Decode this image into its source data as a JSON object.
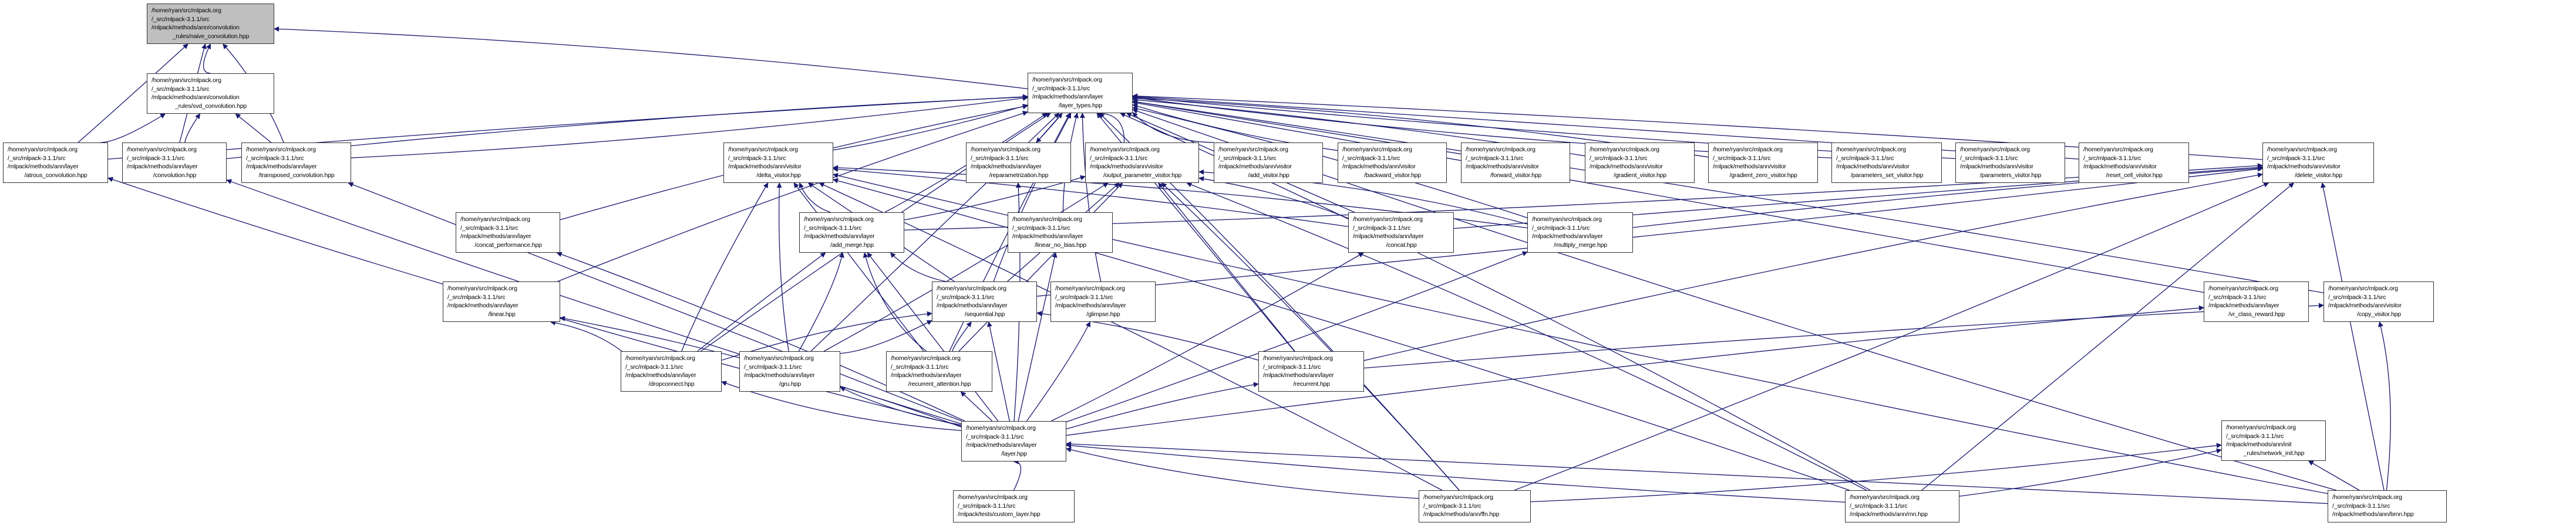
{
  "graph": {
    "title": "Include dependency graph for naive_convolution.hpp",
    "edge_color": "#191970",
    "focus_fill": "#bfbfbf",
    "nodes": [
      {
        "id": "naive_convolution",
        "focus": true,
        "lines": [
          "/home/ryan/src/mlpack.org",
          "/_src/mlpack-3.1.1/src",
          "/mlpack/methods/ann/convolution",
          "_rules/naive_convolution.hpp"
        ]
      },
      {
        "id": "svd_convolution",
        "lines": [
          "/home/ryan/src/mlpack.org",
          "/_src/mlpack-3.1.1/src",
          "/mlpack/methods/ann/convolution",
          "_rules/svd_convolution.hpp"
        ]
      },
      {
        "id": "atrous_convolution",
        "lines": [
          "/home/ryan/src/mlpack.org",
          "/_src/mlpack-3.1.1/src",
          "/mlpack/methods/ann/layer",
          "/atrous_convolution.hpp"
        ]
      },
      {
        "id": "convolution",
        "lines": [
          "/home/ryan/src/mlpack.org",
          "/_src/mlpack-3.1.1/src",
          "/mlpack/methods/ann/layer",
          "/convolution.hpp"
        ]
      },
      {
        "id": "transposed_convolution",
        "lines": [
          "/home/ryan/src/mlpack.org",
          "/_src/mlpack-3.1.1/src",
          "/mlpack/methods/ann/layer",
          "/transposed_convolution.hpp"
        ]
      },
      {
        "id": "layer_types",
        "lines": [
          "/home/ryan/src/mlpack.org",
          "/_src/mlpack-3.1.1/src",
          "/mlpack/methods/ann/layer",
          "/layer_types.hpp"
        ]
      },
      {
        "id": "delta_visitor",
        "lines": [
          "/home/ryan/src/mlpack.org",
          "/_src/mlpack-3.1.1/src",
          "/mlpack/methods/ann/visitor",
          "/delta_visitor.hpp"
        ]
      },
      {
        "id": "reparametrization",
        "lines": [
          "/home/ryan/src/mlpack.org",
          "/_src/mlpack-3.1.1/src",
          "/mlpack/methods/ann/layer",
          "/reparametrization.hpp"
        ]
      },
      {
        "id": "output_parameter_visitor",
        "lines": [
          "/home/ryan/src/mlpack.org",
          "/_src/mlpack-3.1.1/src",
          "/mlpack/methods/ann/visitor",
          "/output_parameter_visitor.hpp"
        ]
      },
      {
        "id": "add_visitor",
        "lines": [
          "/home/ryan/src/mlpack.org",
          "/_src/mlpack-3.1.1/src",
          "/mlpack/methods/ann/visitor",
          "/add_visitor.hpp"
        ]
      },
      {
        "id": "backward_visitor",
        "lines": [
          "/home/ryan/src/mlpack.org",
          "/_src/mlpack-3.1.1/src",
          "/mlpack/methods/ann/visitor",
          "/backward_visitor.hpp"
        ]
      },
      {
        "id": "forward_visitor",
        "lines": [
          "/home/ryan/src/mlpack.org",
          "/_src/mlpack-3.1.1/src",
          "/mlpack/methods/ann/visitor",
          "/forward_visitor.hpp"
        ]
      },
      {
        "id": "gradient_visitor",
        "lines": [
          "/home/ryan/src/mlpack.org",
          "/_src/mlpack-3.1.1/src",
          "/mlpack/methods/ann/visitor",
          "/gradient_visitor.hpp"
        ]
      },
      {
        "id": "gradient_zero_visitor",
        "lines": [
          "/home/ryan/src/mlpack.org",
          "/_src/mlpack-3.1.1/src",
          "/mlpack/methods/ann/visitor",
          "/gradient_zero_visitor.hpp"
        ]
      },
      {
        "id": "parameters_set_visitor",
        "lines": [
          "/home/ryan/src/mlpack.org",
          "/_src/mlpack-3.1.1/src",
          "/mlpack/methods/ann/visitor",
          "/parameters_set_visitor.hpp"
        ]
      },
      {
        "id": "parameters_visitor",
        "lines": [
          "/home/ryan/src/mlpack.org",
          "/_src/mlpack-3.1.1/src",
          "/mlpack/methods/ann/visitor",
          "/parameters_visitor.hpp"
        ]
      },
      {
        "id": "reset_cell_visitor",
        "lines": [
          "/home/ryan/src/mlpack.org",
          "/_src/mlpack-3.1.1/src",
          "/mlpack/methods/ann/visitor",
          "/reset_cell_visitor.hpp"
        ]
      },
      {
        "id": "delete_visitor",
        "lines": [
          "/home/ryan/src/mlpack.org",
          "/_src/mlpack-3.1.1/src",
          "/mlpack/methods/ann/visitor",
          "/delete_visitor.hpp"
        ]
      },
      {
        "id": "concat_performance",
        "lines": [
          "/home/ryan/src/mlpack.org",
          "/_src/mlpack-3.1.1/src",
          "/mlpack/methods/ann/layer",
          "/concat_performance.hpp"
        ]
      },
      {
        "id": "add_merge",
        "lines": [
          "/home/ryan/src/mlpack.org",
          "/_src/mlpack-3.1.1/src",
          "/mlpack/methods/ann/layer",
          "/add_merge.hpp"
        ]
      },
      {
        "id": "linear_no_bias",
        "lines": [
          "/home/ryan/src/mlpack.org",
          "/_src/mlpack-3.1.1/src",
          "/mlpack/methods/ann/layer",
          "/linear_no_bias.hpp"
        ]
      },
      {
        "id": "concat",
        "lines": [
          "/home/ryan/src/mlpack.org",
          "/_src/mlpack-3.1.1/src",
          "/mlpack/methods/ann/layer",
          "/concat.hpp"
        ]
      },
      {
        "id": "multiply_merge",
        "lines": [
          "/home/ryan/src/mlpack.org",
          "/_src/mlpack-3.1.1/src",
          "/mlpack/methods/ann/layer",
          "/multiply_merge.hpp"
        ]
      },
      {
        "id": "linear",
        "lines": [
          "/home/ryan/src/mlpack.org",
          "/_src/mlpack-3.1.1/src",
          "/mlpack/methods/ann/layer",
          "/linear.hpp"
        ]
      },
      {
        "id": "sequential",
        "lines": [
          "/home/ryan/src/mlpack.org",
          "/_src/mlpack-3.1.1/src",
          "/mlpack/methods/ann/layer",
          "/sequential.hpp"
        ]
      },
      {
        "id": "glimpse",
        "lines": [
          "/home/ryan/src/mlpack.org",
          "/_src/mlpack-3.1.1/src",
          "/mlpack/methods/ann/layer",
          "/glimpse.hpp"
        ]
      },
      {
        "id": "vr_class_reward",
        "lines": [
          "/home/ryan/src/mlpack.org",
          "/_src/mlpack-3.1.1/src",
          "/mlpack/methods/ann/layer",
          "/vr_class_reward.hpp"
        ]
      },
      {
        "id": "copy_visitor",
        "lines": [
          "/home/ryan/src/mlpack.org",
          "/_src/mlpack-3.1.1/src",
          "/mlpack/methods/ann/visitor",
          "/copy_visitor.hpp"
        ]
      },
      {
        "id": "dropconnect",
        "lines": [
          "/home/ryan/src/mlpack.org",
          "/_src/mlpack-3.1.1/src",
          "/mlpack/methods/ann/layer",
          "/dropconnect.hpp"
        ]
      },
      {
        "id": "gru",
        "lines": [
          "/home/ryan/src/mlpack.org",
          "/_src/mlpack-3.1.1/src",
          "/mlpack/methods/ann/layer",
          "/gru.hpp"
        ]
      },
      {
        "id": "recurrent_attention",
        "lines": [
          "/home/ryan/src/mlpack.org",
          "/_src/mlpack-3.1.1/src",
          "/mlpack/methods/ann/layer",
          "/recurrent_attention.hpp"
        ]
      },
      {
        "id": "recurrent",
        "lines": [
          "/home/ryan/src/mlpack.org",
          "/_src/mlpack-3.1.1/src",
          "/mlpack/methods/ann/layer",
          "/recurrent.hpp"
        ]
      },
      {
        "id": "layer",
        "lines": [
          "/home/ryan/src/mlpack.org",
          "/_src/mlpack-3.1.1/src",
          "/mlpack/methods/ann/layer",
          "/layer.hpp"
        ]
      },
      {
        "id": "network_init",
        "lines": [
          "/home/ryan/src/mlpack.org",
          "/_src/mlpack-3.1.1/src",
          "/mlpack/methods/ann/init",
          "_rules/network_init.hpp"
        ]
      },
      {
        "id": "custom_layer",
        "plain": true,
        "lines": [
          "/home/ryan/src/mlpack.org",
          "/_src/mlpack-3.1.1/src",
          "/mlpack/tests/custom_layer.hpp"
        ]
      },
      {
        "id": "ffn",
        "plain": true,
        "lines": [
          "/home/ryan/src/mlpack.org",
          "/_src/mlpack-3.1.1/src",
          "/mlpack/methods/ann/ffn.hpp"
        ]
      },
      {
        "id": "rnn",
        "plain": true,
        "lines": [
          "/home/ryan/src/mlpack.org",
          "/_src/mlpack-3.1.1/src",
          "/mlpack/methods/ann/rnn.hpp"
        ]
      },
      {
        "id": "brnn",
        "plain": true,
        "lines": [
          "/home/ryan/src/mlpack.org",
          "/_src/mlpack-3.1.1/src",
          "/mlpack/methods/ann/brnn.hpp"
        ]
      }
    ],
    "edges": [
      [
        "svd_convolution",
        "naive_convolution"
      ],
      [
        "atrous_convolution",
        "naive_convolution"
      ],
      [
        "convolution",
        "naive_convolution"
      ],
      [
        "transposed_convolution",
        "naive_convolution"
      ],
      [
        "layer_types",
        "naive_convolution"
      ],
      [
        "atrous_convolution",
        "svd_convolution"
      ],
      [
        "convolution",
        "svd_convolution"
      ],
      [
        "transposed_convolution",
        "svd_convolution"
      ],
      [
        "atrous_convolution",
        "layer_types"
      ],
      [
        "convolution",
        "layer_types"
      ],
      [
        "transposed_convolution",
        "layer_types"
      ],
      [
        "delta_visitor",
        "layer_types"
      ],
      [
        "reparametrization",
        "layer_types"
      ],
      [
        "layer_types",
        "reparametrization"
      ],
      [
        "output_parameter_visitor",
        "layer_types"
      ],
      [
        "add_visitor",
        "layer_types"
      ],
      [
        "backward_visitor",
        "layer_types"
      ],
      [
        "forward_visitor",
        "layer_types"
      ],
      [
        "gradient_visitor",
        "layer_types"
      ],
      [
        "gradient_zero_visitor",
        "layer_types"
      ],
      [
        "parameters_set_visitor",
        "layer_types"
      ],
      [
        "parameters_visitor",
        "layer_types"
      ],
      [
        "reset_cell_visitor",
        "layer_types"
      ],
      [
        "delete_visitor",
        "layer_types"
      ],
      [
        "concat_performance",
        "layer_types"
      ],
      [
        "add_merge",
        "layer_types"
      ],
      [
        "linear_no_bias",
        "layer_types"
      ],
      [
        "concat",
        "layer_types"
      ],
      [
        "multiply_merge",
        "layer_types"
      ],
      [
        "linear",
        "layer_types"
      ],
      [
        "sequential",
        "layer_types"
      ],
      [
        "glimpse",
        "layer_types"
      ],
      [
        "vr_class_reward",
        "layer_types"
      ],
      [
        "copy_visitor",
        "layer_types"
      ],
      [
        "dropconnect",
        "layer_types"
      ],
      [
        "gru",
        "layer_types"
      ],
      [
        "recurrent_attention",
        "layer_types"
      ],
      [
        "recurrent",
        "layer_types"
      ],
      [
        "ffn",
        "layer_types"
      ],
      [
        "rnn",
        "layer_types"
      ],
      [
        "brnn",
        "layer_types"
      ],
      [
        "add_merge",
        "delta_visitor"
      ],
      [
        "sequential",
        "delta_visitor"
      ],
      [
        "concat",
        "delta_visitor"
      ],
      [
        "multiply_merge",
        "delta_visitor"
      ],
      [
        "dropconnect",
        "delta_visitor"
      ],
      [
        "gru",
        "delta_visitor"
      ],
      [
        "recurrent_attention",
        "delta_visitor"
      ],
      [
        "ffn",
        "delta_visitor"
      ],
      [
        "rnn",
        "delta_visitor"
      ],
      [
        "brnn",
        "delta_visitor"
      ],
      [
        "add_merge",
        "output_parameter_visitor"
      ],
      [
        "sequential",
        "output_parameter_visitor"
      ],
      [
        "concat",
        "output_parameter_visitor"
      ],
      [
        "multiply_merge",
        "output_parameter_visitor"
      ],
      [
        "gru",
        "output_parameter_visitor"
      ],
      [
        "recurrent_attention",
        "output_parameter_visitor"
      ],
      [
        "recurrent",
        "output_parameter_visitor"
      ],
      [
        "ffn",
        "output_parameter_visitor"
      ],
      [
        "rnn",
        "output_parameter_visitor"
      ],
      [
        "add_merge",
        "delete_visitor"
      ],
      [
        "sequential",
        "delete_visitor"
      ],
      [
        "concat",
        "delete_visitor"
      ],
      [
        "multiply_merge",
        "delete_visitor"
      ],
      [
        "recurrent",
        "delete_visitor"
      ],
      [
        "ffn",
        "delete_visitor"
      ],
      [
        "rnn",
        "delete_visitor"
      ],
      [
        "brnn",
        "delete_visitor"
      ],
      [
        "dropconnect",
        "add_merge"
      ],
      [
        "gru",
        "add_merge"
      ],
      [
        "recurrent_attention",
        "add_merge"
      ],
      [
        "sequential",
        "add_merge"
      ],
      [
        "layer",
        "add_merge"
      ],
      [
        "dropconnect",
        "linear"
      ],
      [
        "dropconnect",
        "sequential"
      ],
      [
        "gru",
        "sequential"
      ],
      [
        "recurrent_attention",
        "sequential"
      ],
      [
        "layer",
        "sequential"
      ],
      [
        "recurrent",
        "sequential"
      ],
      [
        "layer",
        "glimpse"
      ],
      [
        "layer",
        "concat"
      ],
      [
        "layer",
        "multiply_merge"
      ],
      [
        "layer",
        "linear_no_bias"
      ],
      [
        "layer",
        "concat_performance"
      ],
      [
        "layer",
        "linear"
      ],
      [
        "layer",
        "dropconnect"
      ],
      [
        "layer",
        "gru"
      ],
      [
        "layer",
        "recurrent_attention"
      ],
      [
        "layer",
        "recurrent"
      ],
      [
        "layer",
        "vr_class_reward"
      ],
      [
        "layer",
        "atrous_convolution"
      ],
      [
        "layer",
        "convolution"
      ],
      [
        "layer",
        "transposed_convolution"
      ],
      [
        "layer",
        "reparametrization"
      ],
      [
        "custom_layer",
        "layer"
      ],
      [
        "ffn",
        "layer"
      ],
      [
        "rnn",
        "layer"
      ],
      [
        "brnn",
        "layer"
      ],
      [
        "recurrent",
        "copy_visitor"
      ],
      [
        "brnn",
        "copy_visitor"
      ],
      [
        "ffn",
        "network_init"
      ],
      [
        "rnn",
        "network_init"
      ],
      [
        "brnn",
        "network_init"
      ]
    ]
  }
}
